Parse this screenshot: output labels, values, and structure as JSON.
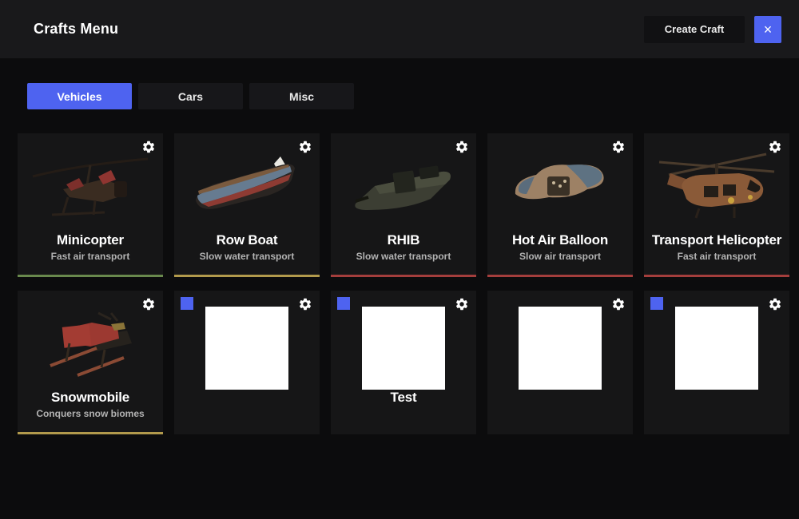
{
  "header": {
    "title": "Crafts Menu",
    "create_button": "Create Craft",
    "close_icon": "close-icon"
  },
  "tabs": [
    {
      "label": "Vehicles",
      "active": true
    },
    {
      "label": "Cars",
      "active": false
    },
    {
      "label": "Misc",
      "active": false
    }
  ],
  "colors": {
    "accent_blue": "#4e63f0",
    "status_green": "#69894d",
    "status_yellow": "#b29a4c",
    "status_red": "#a43e3c",
    "header_bg": "#19191b",
    "page_bg": "#0c0c0d",
    "card_bg": "#161617"
  },
  "cards": [
    {
      "title": "Minicopter",
      "subtitle": "Fast air transport",
      "image": "minicopter",
      "status_color": "#69894d",
      "has_blue_marker": false,
      "gear_icon": "gear-icon"
    },
    {
      "title": "Row Boat",
      "subtitle": "Slow water transport",
      "image": "rowboat",
      "status_color": "#b29a4c",
      "has_blue_marker": false,
      "gear_icon": "gear-icon"
    },
    {
      "title": "RHIB",
      "subtitle": "Slow water transport",
      "image": "rhib",
      "status_color": "#a43e3c",
      "has_blue_marker": false,
      "gear_icon": "gear-icon"
    },
    {
      "title": "Hot Air Balloon",
      "subtitle": "Slow air transport",
      "image": "balloon",
      "status_color": "#a43e3c",
      "has_blue_marker": false,
      "gear_icon": "gear-icon"
    },
    {
      "title": "Transport Helicopter",
      "subtitle": "Fast air transport",
      "image": "transport",
      "status_color": "#a43e3c",
      "has_blue_marker": false,
      "gear_icon": "gear-icon"
    },
    {
      "title": "Snowmobile",
      "subtitle": "Conquers snow biomes",
      "image": "snowmobile",
      "status_color": "#b29a4c",
      "has_blue_marker": false,
      "gear_icon": "gear-icon"
    },
    {
      "title": "",
      "subtitle": "",
      "image": "placeholder",
      "status_color": "",
      "has_blue_marker": true,
      "gear_icon": "gear-icon"
    },
    {
      "title": "Test",
      "subtitle": "",
      "image": "placeholder",
      "status_color": "",
      "has_blue_marker": true,
      "gear_icon": "gear-icon"
    },
    {
      "title": "",
      "subtitle": "",
      "image": "placeholder",
      "status_color": "",
      "has_blue_marker": false,
      "gear_icon": "gear-icon"
    },
    {
      "title": "",
      "subtitle": "",
      "image": "placeholder",
      "status_color": "",
      "has_blue_marker": true,
      "gear_icon": "gear-icon"
    }
  ]
}
